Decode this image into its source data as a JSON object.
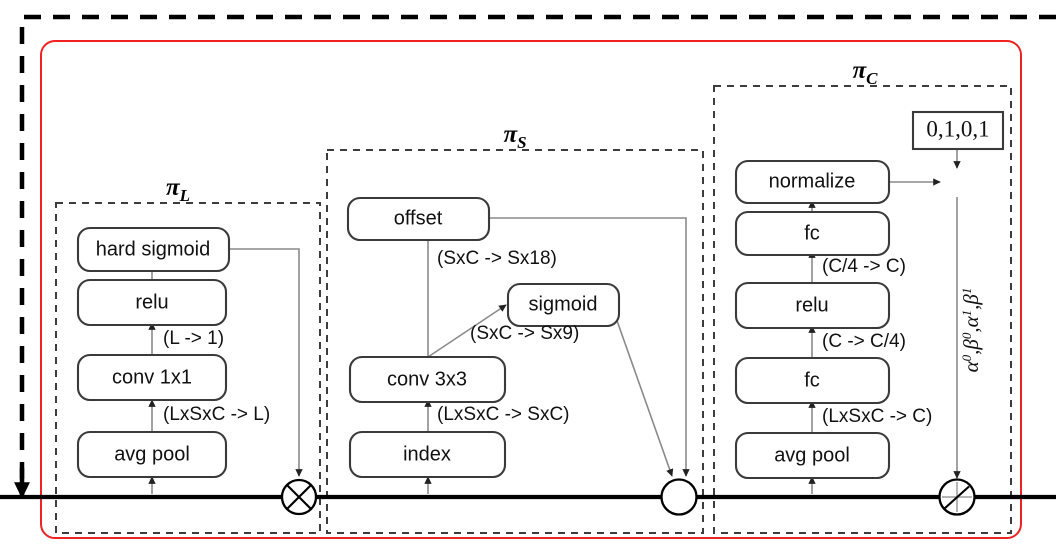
{
  "figure": {
    "title": "Attention policy module architecture diagram",
    "outer_skip_connection": "dashed-black-residual-path",
    "colors": {
      "outer_dashed": "#000000",
      "red_boundary": "#ee2222",
      "group_dashed": "#3d3d3d",
      "node_stroke": "#3a3a3a",
      "thin_edge": "#8a8a8a",
      "main_line": "#000000"
    }
  },
  "groups": [
    {
      "id": "pi_l",
      "symbol": "π",
      "subscript": "L",
      "label": "πL"
    },
    {
      "id": "pi_s",
      "symbol": "π",
      "subscript": "S",
      "label": "πS"
    },
    {
      "id": "pi_c",
      "symbol": "π",
      "subscript": "C",
      "label": "πC"
    }
  ],
  "pi_l": {
    "nodes": [
      {
        "id": "l_avg_pool",
        "label": "avg pool"
      },
      {
        "id": "l_conv1x1",
        "label": "conv 1x1"
      },
      {
        "id": "l_relu",
        "label": "relu"
      },
      {
        "id": "l_hard_sigmoid",
        "label": "hard sigmoid"
      }
    ],
    "edge_labels": [
      {
        "id": "l_edge_pool_conv",
        "label": "(LxSxC -> L)"
      },
      {
        "id": "l_edge_conv_relu",
        "label": "(L -> 1)"
      }
    ],
    "operator": {
      "id": "l_operator",
      "glyph": "circle-times",
      "name": "multiply-operator"
    }
  },
  "pi_s": {
    "nodes": [
      {
        "id": "s_index",
        "label": "index"
      },
      {
        "id": "s_conv3x3",
        "label": "conv 3x3"
      },
      {
        "id": "s_offset",
        "label": "offset"
      },
      {
        "id": "s_sigmoid",
        "label": "sigmoid"
      }
    ],
    "edge_labels": [
      {
        "id": "s_edge_index_conv",
        "label": "(LxSxC -> SxC)"
      },
      {
        "id": "s_edge_conv_offset",
        "label": "(SxC -> Sx18)"
      },
      {
        "id": "s_edge_conv_sigmoid",
        "label": "(SxC -> Sx9)"
      }
    ],
    "operator": {
      "id": "s_operator",
      "glyph": "circle-plain",
      "name": "deform-conv-operator"
    }
  },
  "pi_c": {
    "nodes": [
      {
        "id": "c_avg_pool",
        "label": "avg pool"
      },
      {
        "id": "c_fc1",
        "label": "fc"
      },
      {
        "id": "c_relu",
        "label": "relu"
      },
      {
        "id": "c_fc2",
        "label": "fc"
      },
      {
        "id": "c_normalize",
        "label": "normalize"
      }
    ],
    "edge_labels": [
      {
        "id": "c_edge_pool_fc1",
        "label": "(LxSxC -> C)"
      },
      {
        "id": "c_edge_fc1_relu",
        "label": "(C -> C/4)"
      },
      {
        "id": "c_edge_relu_fc2",
        "label": "(C/4 -> C)"
      }
    ],
    "constant_box": {
      "id": "c_const_box",
      "label": "0,1,0,1"
    },
    "sum_operator": {
      "id": "c_sum_operator",
      "glyph": "circle-plus",
      "name": "add-operator"
    },
    "param_label": {
      "id": "c_param_label",
      "label": "α⁰, β⁰, α¹, β¹",
      "parts": [
        {
          "base": "α",
          "sup": "0"
        },
        {
          "base": "β",
          "sup": "0"
        },
        {
          "base": "α",
          "sup": "1"
        },
        {
          "base": "β",
          "sup": "1"
        }
      ]
    },
    "operator": {
      "id": "c_operator",
      "glyph": "circle-slash",
      "name": "affine-operator"
    }
  }
}
